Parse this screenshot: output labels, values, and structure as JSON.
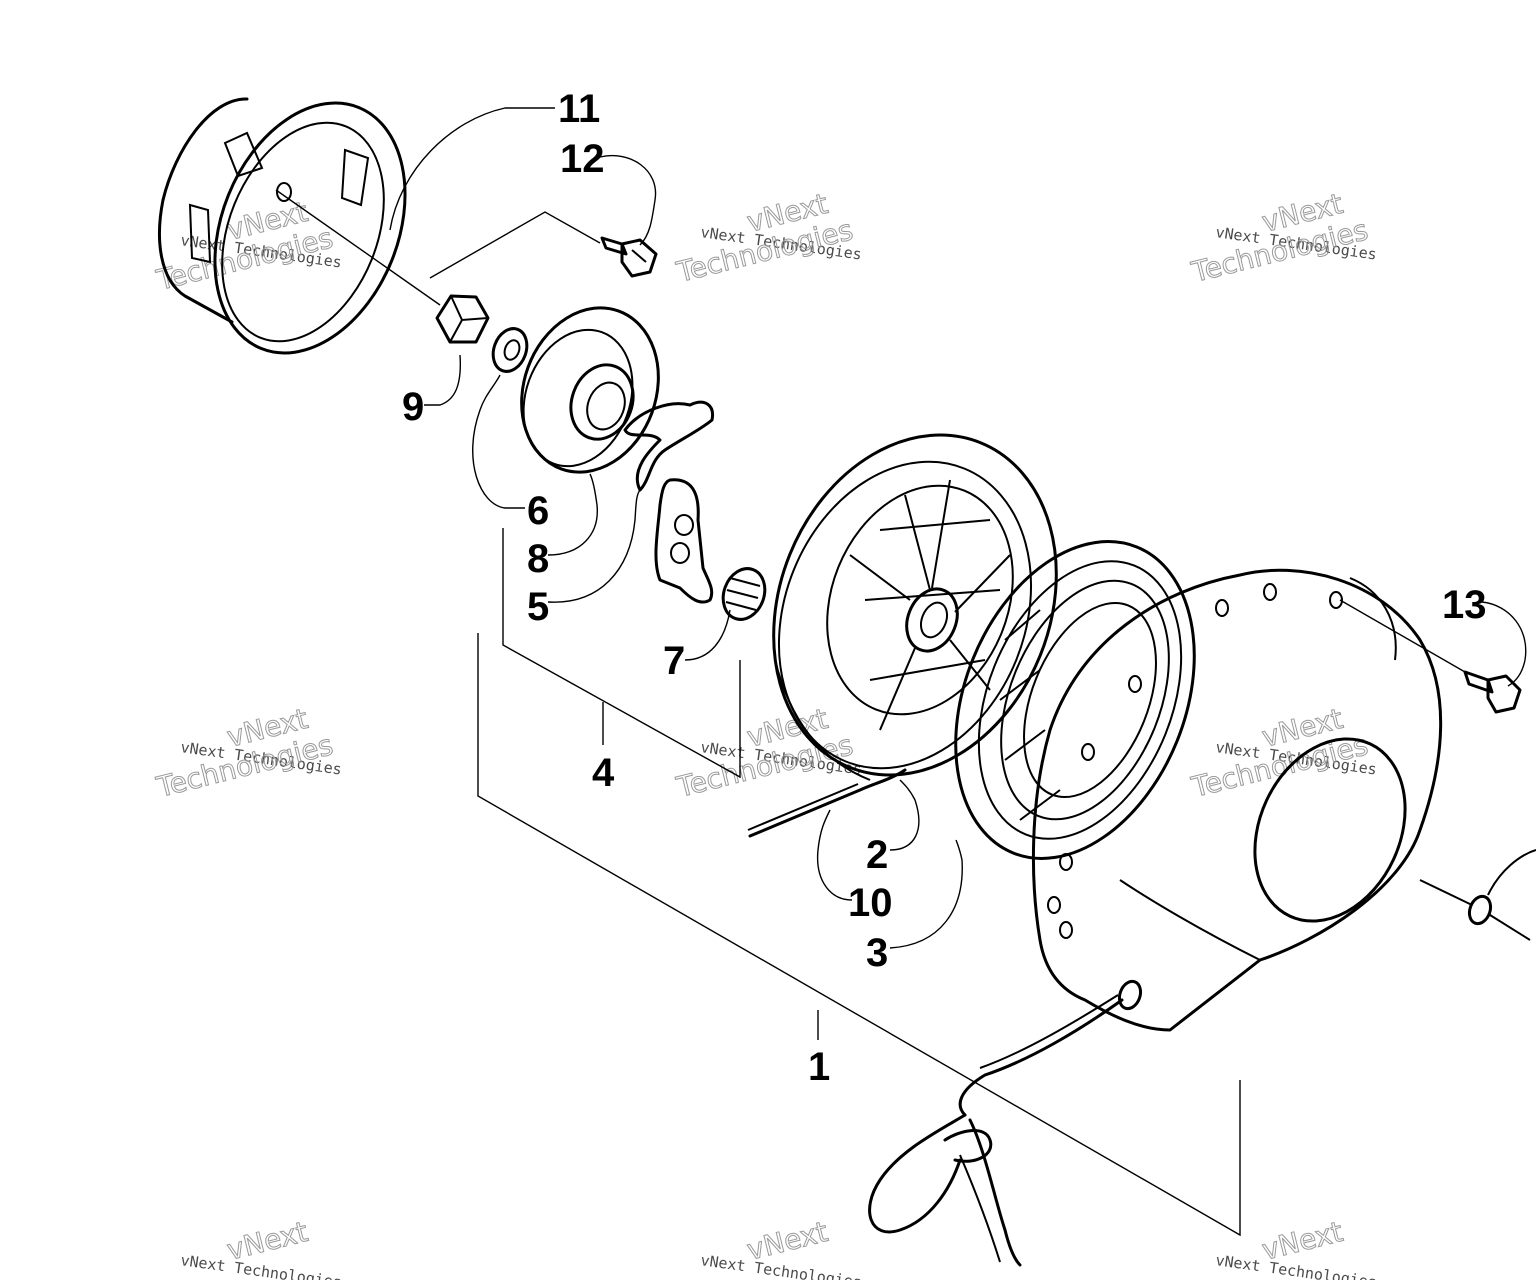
{
  "callouts": {
    "c1": "1",
    "c2": "2",
    "c3": "3",
    "c4": "4",
    "c5": "5",
    "c6": "6",
    "c7": "7",
    "c8": "8",
    "c9": "9",
    "c10": "10",
    "c11": "11",
    "c12": "12",
    "c13": "13"
  },
  "watermark": {
    "line1": "vNext",
    "line2": "vNext Technologies",
    "line3": "Technologies"
  }
}
